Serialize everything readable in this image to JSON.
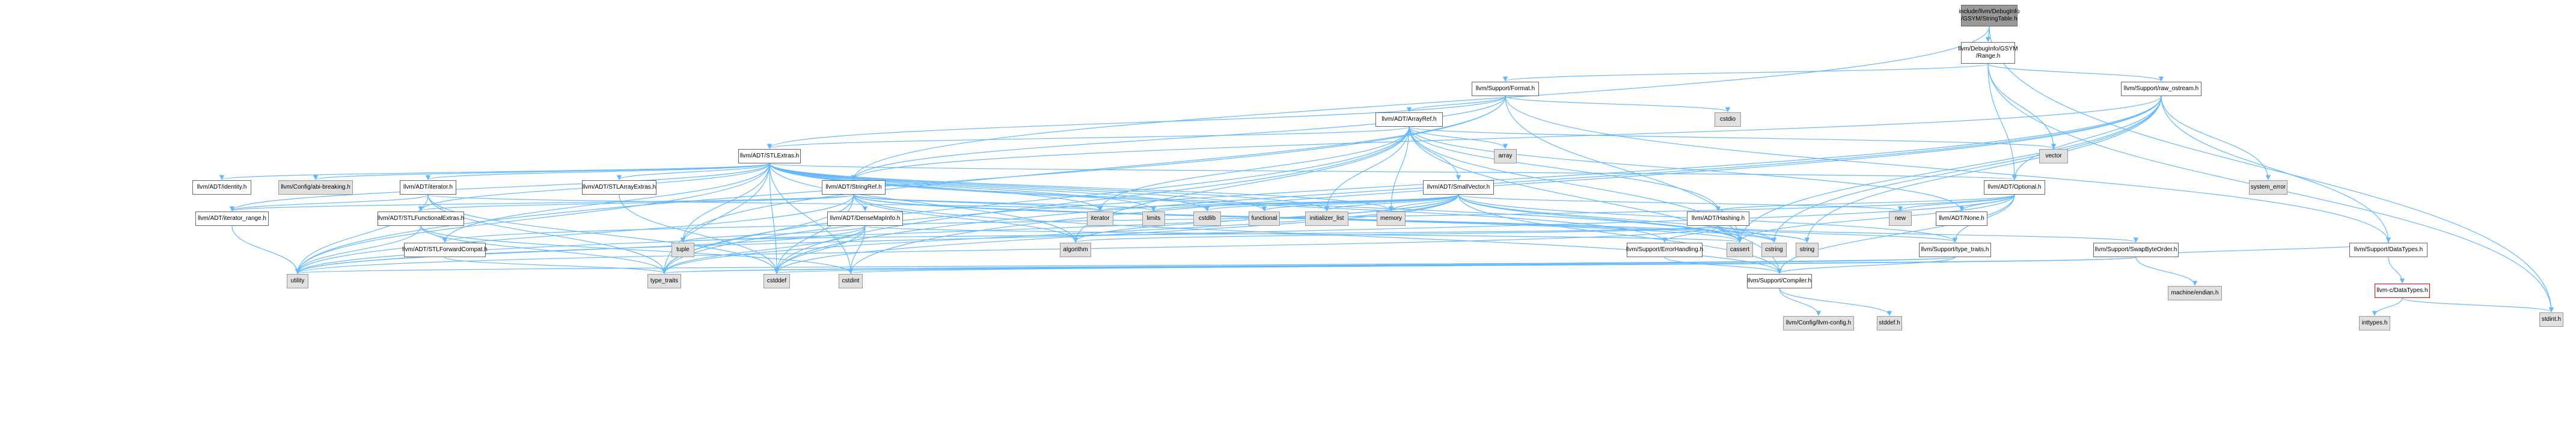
{
  "graph": {
    "nodes": [
      {
        "id": "root",
        "label": "include/llvm/DebugInfo\n/GSYM/StringTable.h",
        "kind": "root"
      },
      {
        "id": "range",
        "label": "llvm/DebugInfo/GSYM\n/Range.h",
        "kind": "normal"
      },
      {
        "id": "format",
        "label": "llvm/Support/Format.h",
        "kind": "normal"
      },
      {
        "id": "raw_ostream",
        "label": "llvm/Support/raw_ostream.h",
        "kind": "normal"
      },
      {
        "id": "arrayref",
        "label": "llvm/ADT/ArrayRef.h",
        "kind": "normal"
      },
      {
        "id": "stlextras",
        "label": "llvm/ADT/STLExtras.h",
        "kind": "normal"
      },
      {
        "id": "stringref",
        "label": "llvm/ADT/StringRef.h",
        "kind": "normal"
      },
      {
        "id": "smallvector",
        "label": "llvm/ADT/SmallVector.h",
        "kind": "normal"
      },
      {
        "id": "optional",
        "label": "llvm/ADT/Optional.h",
        "kind": "normal"
      },
      {
        "id": "hashing",
        "label": "llvm/ADT/Hashing.h",
        "kind": "normal"
      },
      {
        "id": "densemapinfo",
        "label": "llvm/ADT/DenseMapInfo.h",
        "kind": "normal"
      },
      {
        "id": "stlarrayextras",
        "label": "llvm/ADT/STLArrayExtras.h",
        "kind": "normal"
      },
      {
        "id": "iterator",
        "label": "llvm/ADT/iterator.h",
        "kind": "normal"
      },
      {
        "id": "identity",
        "label": "llvm/ADT/identity.h",
        "kind": "normal"
      },
      {
        "id": "abibreaking",
        "label": "llvm/Config/abi-breaking.h",
        "kind": "ext"
      },
      {
        "id": "iterator_range",
        "label": "llvm/ADT/iterator_range.h",
        "kind": "normal"
      },
      {
        "id": "stlfunctional",
        "label": "llvm/ADT/STLFunctionalExtras.h",
        "kind": "normal"
      },
      {
        "id": "stlforward",
        "label": "llvm/ADT/STLForwardCompat.h",
        "kind": "normal"
      },
      {
        "id": "none",
        "label": "llvm/ADT/None.h",
        "kind": "normal"
      },
      {
        "id": "errorhandling",
        "label": "llvm/Support/ErrorHandling.h",
        "kind": "normal"
      },
      {
        "id": "type_traits_h",
        "label": "llvm/Support/type_traits.h",
        "kind": "normal"
      },
      {
        "id": "swapbyteorder",
        "label": "llvm/Support/SwapByteOrder.h",
        "kind": "normal"
      },
      {
        "id": "compiler",
        "label": "llvm/Support/Compiler.h",
        "kind": "normal"
      },
      {
        "id": "datatypes",
        "label": "llvm/Support/DataTypes.h",
        "kind": "normal"
      },
      {
        "id": "cdatatypes",
        "label": "llvm-c/DataTypes.h",
        "kind": "err"
      },
      {
        "id": "llvmconfig",
        "label": "llvm/Config/llvm-config.h",
        "kind": "ext"
      },
      {
        "id": "vector",
        "label": "vector",
        "kind": "ext"
      },
      {
        "id": "stdint",
        "label": "stdint.h",
        "kind": "ext"
      },
      {
        "id": "cstdio",
        "label": "cstdio",
        "kind": "ext"
      },
      {
        "id": "array",
        "label": "array",
        "kind": "ext"
      },
      {
        "id": "system_error",
        "label": "system_error",
        "kind": "ext"
      },
      {
        "id": "new",
        "label": "new",
        "kind": "ext"
      },
      {
        "id": "iterator_std",
        "label": "iterator",
        "kind": "ext"
      },
      {
        "id": "limits",
        "label": "limits",
        "kind": "ext"
      },
      {
        "id": "cstdlib",
        "label": "cstdlib",
        "kind": "ext"
      },
      {
        "id": "functional",
        "label": "functional",
        "kind": "ext"
      },
      {
        "id": "initializer_list",
        "label": "initializer_list",
        "kind": "ext"
      },
      {
        "id": "memory",
        "label": "memory",
        "kind": "ext"
      },
      {
        "id": "tuple",
        "label": "tuple",
        "kind": "ext"
      },
      {
        "id": "algorithm",
        "label": "algorithm",
        "kind": "ext"
      },
      {
        "id": "cassert",
        "label": "cassert",
        "kind": "ext"
      },
      {
        "id": "cstring",
        "label": "cstring",
        "kind": "ext"
      },
      {
        "id": "string",
        "label": "string",
        "kind": "ext"
      },
      {
        "id": "utility",
        "label": "utility",
        "kind": "ext"
      },
      {
        "id": "type_traits",
        "label": "type_traits",
        "kind": "ext"
      },
      {
        "id": "cstddef",
        "label": "cstddef",
        "kind": "ext"
      },
      {
        "id": "cstdint",
        "label": "cstdint",
        "kind": "ext"
      },
      {
        "id": "machine_endian",
        "label": "machine/endian.h",
        "kind": "ext"
      },
      {
        "id": "stddef",
        "label": "stddef.h",
        "kind": "ext"
      },
      {
        "id": "inttypes",
        "label": "inttypes.h",
        "kind": "ext"
      }
    ],
    "edges": [
      [
        "root",
        "range"
      ],
      [
        "root",
        "stringref"
      ],
      [
        "root",
        "stdint"
      ],
      [
        "range",
        "format"
      ],
      [
        "range",
        "raw_ostream"
      ],
      [
        "range",
        "optional"
      ],
      [
        "range",
        "vector"
      ],
      [
        "range",
        "stdint"
      ],
      [
        "format",
        "arrayref"
      ],
      [
        "format",
        "stlextras"
      ],
      [
        "format",
        "stringref"
      ],
      [
        "format",
        "cstdio"
      ],
      [
        "format",
        "cassert"
      ],
      [
        "format",
        "datatypes"
      ],
      [
        "format",
        "tuple"
      ],
      [
        "format",
        "utility"
      ],
      [
        "raw_ostream",
        "stringref"
      ],
      [
        "raw_ostream",
        "optional"
      ],
      [
        "raw_ostream",
        "datatypes"
      ],
      [
        "raw_ostream",
        "system_error"
      ],
      [
        "raw_ostream",
        "cassert"
      ],
      [
        "raw_ostream",
        "cstring"
      ],
      [
        "raw_ostream",
        "string"
      ],
      [
        "raw_ostream",
        "type_traits"
      ],
      [
        "raw_ostream",
        "cstddef"
      ],
      [
        "raw_ostream",
        "cstdint"
      ],
      [
        "arrayref",
        "stlextras"
      ],
      [
        "arrayref",
        "smallvector"
      ],
      [
        "arrayref",
        "hashing"
      ],
      [
        "arrayref",
        "none"
      ],
      [
        "arrayref",
        "compiler"
      ],
      [
        "arrayref",
        "algorithm"
      ],
      [
        "arrayref",
        "array"
      ],
      [
        "arrayref",
        "cassert"
      ],
      [
        "arrayref",
        "cstddef"
      ],
      [
        "arrayref",
        "initializer_list"
      ],
      [
        "arrayref",
        "iterator_std"
      ],
      [
        "arrayref",
        "memory"
      ],
      [
        "arrayref",
        "type_traits"
      ],
      [
        "arrayref",
        "vector"
      ],
      [
        "stlextras",
        "optional"
      ],
      [
        "stlextras",
        "stlarrayextras"
      ],
      [
        "stlextras",
        "stlforward"
      ],
      [
        "stlextras",
        "stlfunctional"
      ],
      [
        "stlextras",
        "identity"
      ],
      [
        "stlextras",
        "iterator"
      ],
      [
        "stlextras",
        "iterator_range"
      ],
      [
        "stlextras",
        "abibreaking"
      ],
      [
        "stlextras",
        "errorhandling"
      ],
      [
        "stlextras",
        "algorithm"
      ],
      [
        "stlextras",
        "cassert"
      ],
      [
        "stlextras",
        "cstddef"
      ],
      [
        "stlextras",
        "cstdint"
      ],
      [
        "stlextras",
        "cstdlib"
      ],
      [
        "stlextras",
        "functional"
      ],
      [
        "stlextras",
        "initializer_list"
      ],
      [
        "stlextras",
        "iterator_std"
      ],
      [
        "stlextras",
        "limits"
      ],
      [
        "stlextras",
        "memory"
      ],
      [
        "stlextras",
        "tuple"
      ],
      [
        "stlextras",
        "type_traits"
      ],
      [
        "stlextras",
        "utility"
      ],
      [
        "stringref",
        "densemapinfo"
      ],
      [
        "stringref",
        "stlfunctional"
      ],
      [
        "stringref",
        "iterator_range"
      ],
      [
        "stringref",
        "compiler"
      ],
      [
        "stringref",
        "algorithm"
      ],
      [
        "stringref",
        "cassert"
      ],
      [
        "stringref",
        "cstddef"
      ],
      [
        "stringref",
        "cstring"
      ],
      [
        "stringref",
        "limits"
      ],
      [
        "stringref",
        "string"
      ],
      [
        "stringref",
        "type_traits"
      ],
      [
        "stringref",
        "utility"
      ],
      [
        "stringref",
        "iterator_std"
      ],
      [
        "smallvector",
        "compiler"
      ],
      [
        "smallvector",
        "type_traits_h"
      ],
      [
        "smallvector",
        "algorithm"
      ],
      [
        "smallvector",
        "cassert"
      ],
      [
        "smallvector",
        "cstddef"
      ],
      [
        "smallvector",
        "cstdlib"
      ],
      [
        "smallvector",
        "cstring"
      ],
      [
        "smallvector",
        "functional"
      ],
      [
        "smallvector",
        "initializer_list"
      ],
      [
        "smallvector",
        "iterator_std"
      ],
      [
        "smallvector",
        "limits"
      ],
      [
        "smallvector",
        "memory"
      ],
      [
        "smallvector",
        "new"
      ],
      [
        "smallvector",
        "type_traits"
      ],
      [
        "smallvector",
        "utility"
      ],
      [
        "optional",
        "hashing"
      ],
      [
        "optional",
        "none"
      ],
      [
        "optional",
        "stlforward"
      ],
      [
        "optional",
        "compiler"
      ],
      [
        "optional",
        "type_traits_h"
      ],
      [
        "optional",
        "cassert"
      ],
      [
        "optional",
        "new"
      ],
      [
        "optional",
        "utility"
      ],
      [
        "hashing",
        "errorhandling"
      ],
      [
        "hashing",
        "swapbyteorder"
      ],
      [
        "hashing",
        "type_traits_h"
      ],
      [
        "hashing",
        "algorithm"
      ],
      [
        "hashing",
        "cassert"
      ],
      [
        "hashing",
        "cstring"
      ],
      [
        "hashing",
        "string"
      ],
      [
        "hashing",
        "tuple"
      ],
      [
        "hashing",
        "utility"
      ],
      [
        "densemapinfo",
        "cassert"
      ],
      [
        "densemapinfo",
        "cstddef"
      ],
      [
        "densemapinfo",
        "cstdint"
      ],
      [
        "densemapinfo",
        "tuple"
      ],
      [
        "densemapinfo",
        "type_traits"
      ],
      [
        "densemapinfo",
        "utility"
      ],
      [
        "stlarrayextras",
        "cstddef"
      ],
      [
        "iterator",
        "iterator_range"
      ],
      [
        "iterator",
        "cstddef"
      ],
      [
        "iterator",
        "iterator_std"
      ],
      [
        "iterator",
        "type_traits"
      ],
      [
        "iterator",
        "utility"
      ],
      [
        "iterator_range",
        "utility"
      ],
      [
        "stlfunctional",
        "stlforward"
      ],
      [
        "stlfunctional",
        "cstdint"
      ],
      [
        "stlfunctional",
        "type_traits"
      ],
      [
        "stlfunctional",
        "utility"
      ],
      [
        "stlforward",
        "type_traits"
      ],
      [
        "errorhandling",
        "compiler"
      ],
      [
        "type_traits_h",
        "compiler"
      ],
      [
        "type_traits_h",
        "type_traits"
      ],
      [
        "type_traits_h",
        "utility"
      ],
      [
        "swapbyteorder",
        "datatypes"
      ],
      [
        "swapbyteorder",
        "cstddef"
      ],
      [
        "swapbyteorder",
        "cstdint"
      ],
      [
        "swapbyteorder",
        "type_traits"
      ],
      [
        "swapbyteorder",
        "machine_endian"
      ],
      [
        "compiler",
        "llvmconfig"
      ],
      [
        "compiler",
        "stddef"
      ],
      [
        "datatypes",
        "cdatatypes"
      ],
      [
        "cdatatypes",
        "inttypes"
      ],
      [
        "cdatatypes",
        "stdint"
      ]
    ]
  }
}
